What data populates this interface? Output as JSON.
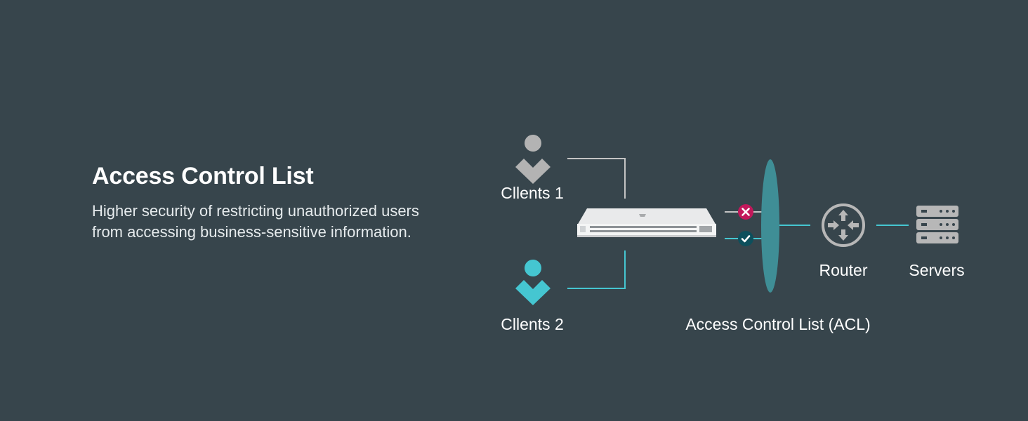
{
  "heading": "Access Control List",
  "description": [
    "Higher security of restricting unauthorized users",
    "from accessing business-sensitive information."
  ],
  "labels": {
    "clients1": "Cllents 1",
    "clients2": "Cllents 2",
    "acl": "Access Control List (ACL)",
    "router": "Router",
    "servers": "Servers"
  },
  "colors": {
    "background": "#37454c",
    "client1": "#b3b3b3",
    "client2": "#45c6d1",
    "acl_barrier": "#3f8e96",
    "deny": "#c2185b",
    "allow": "#0d4f5c",
    "device_gray": "#b7b7b7"
  },
  "icons": {
    "client1": "person-icon",
    "client2": "person-icon",
    "switch": "network-switch-icon",
    "deny": "x-circle-icon",
    "allow": "check-circle-icon",
    "router": "router-icon",
    "servers": "server-stack-icon"
  }
}
